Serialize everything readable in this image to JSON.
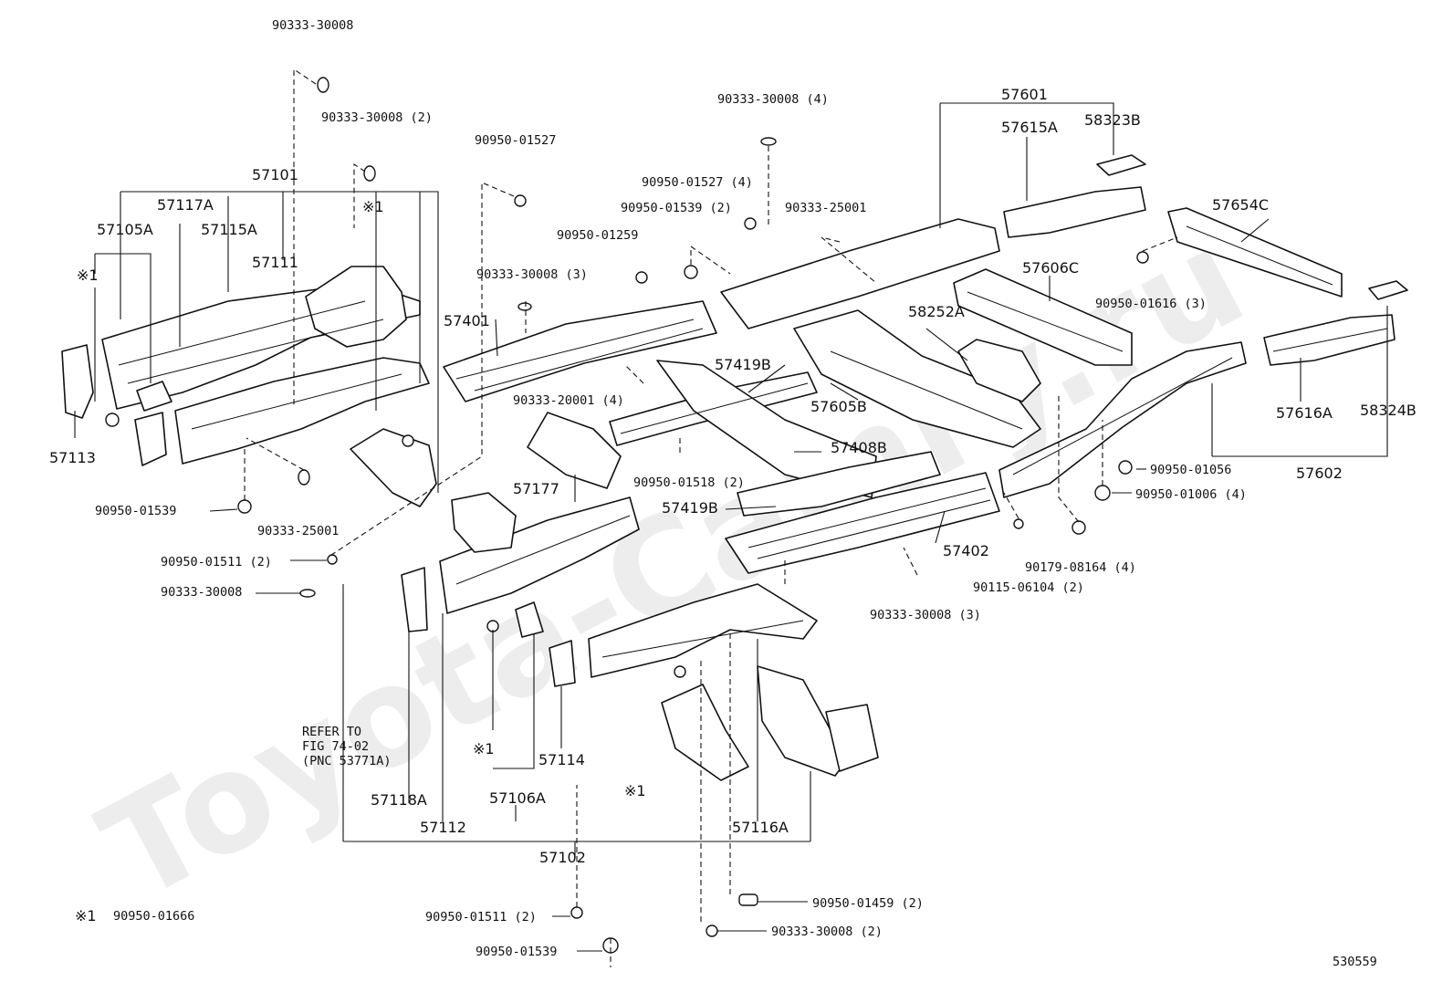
{
  "watermark": "Toyota-Camry.ru",
  "figure_number": "530559",
  "footnote": {
    "mark": "※1",
    "part": "90950-01666"
  },
  "refer_note": [
    "REFER TO",
    "FIG 74-02",
    "(PNC 53771A)"
  ],
  "marks": {
    "m1": "※1",
    "m2": "※1",
    "m3": "※1",
    "m4": "※1"
  },
  "labels": {
    "p57101": "57101",
    "p57117A": "57117A",
    "p57105A": "57105A",
    "p57115A": "57115A",
    "p57111": "57111",
    "p57113": "57113",
    "p57102": "57102",
    "p57112": "57112",
    "p57118A": "57118A",
    "p57106A": "57106A",
    "p57114": "57114",
    "p57116A": "57116A",
    "p57177": "57177",
    "p57401": "57401",
    "p57402": "57402",
    "p57419B_1": "57419B",
    "p57419B_2": "57419B",
    "p57408B": "57408B",
    "p57605B": "57605B",
    "p57606C": "57606C",
    "p58252A": "58252A",
    "p57601": "57601",
    "p57615A": "57615A",
    "p58323B": "58323B",
    "p57654C": "57654C",
    "p57616A": "57616A",
    "p58324B": "58324B",
    "p57602": "57602"
  },
  "fasteners": {
    "f1": "90333-30008",
    "f2": "90333-30008 (2)",
    "f3": "90950-01527",
    "f4": "90333-30008 (4)",
    "f5": "90950-01527 (4)",
    "f6": "90950-01539 (2)",
    "f7": "90333-25001",
    "f8": "90950-01259",
    "f9": "90333-30008 (3)",
    "f10": "90333-20001 (4)",
    "f11": "90950-01518 (2)",
    "f12": "90950-01539",
    "f13": "90333-25001",
    "f14": "90950-01511 (2)",
    "f15": "90333-30008",
    "f16": "90950-01616 (3)",
    "f17": "90950-01056",
    "f18": "90950-01006 (4)",
    "f19": "90179-08164 (4)",
    "f20": "90115-06104 (2)",
    "f21": "90333-30008 (3)",
    "f22": "90950-01511 (2)",
    "f23": "90950-01539",
    "f24": "90950-01459 (2)",
    "f25": "90333-30008 (2)"
  }
}
